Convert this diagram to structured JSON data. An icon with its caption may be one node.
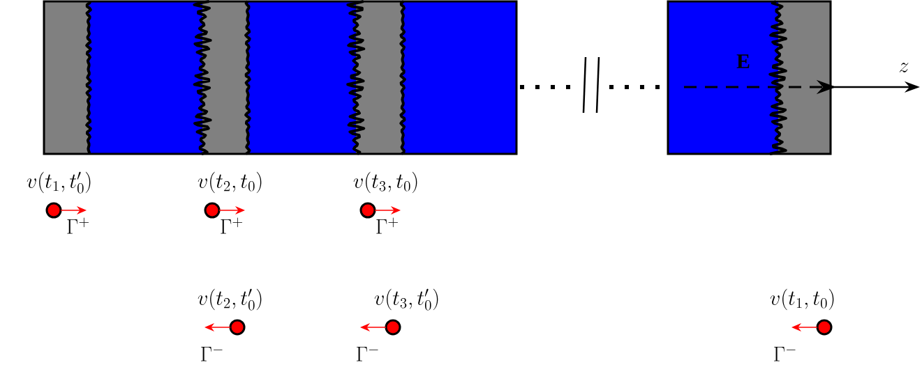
{
  "diagram": {
    "nodes": [
      {
        "text": [],
        "shape": "circle",
        "beside": [
          "v(t_1, t_0')",
          "\\Gamma^+"
        ]
      },
      {
        "text": [],
        "shape": "circle",
        "beside": [
          "v(t_2, t_0)",
          "\\Gamma^+"
        ]
      },
      {
        "text": [],
        "shape": "circle",
        "beside": [
          "v(t_3, t_0)",
          "\\Gamma^+"
        ]
      },
      {
        "text": [],
        "shape": "circle",
        "beside": [
          "v(t_2, t_0')",
          "\\Gamma^-"
        ]
      },
      {
        "text": [],
        "shape": "circle",
        "beside": [
          "v(t_3, t_0')",
          "\\Gamma^-"
        ]
      },
      {
        "text": [],
        "shape": "circle",
        "beside": [
          "v(t_1, t_0)",
          "\\Gamma^-"
        ]
      }
    ],
    "edges": [],
    "labels": [
      "\\mathbf{E}",
      "z"
    ]
  }
}
